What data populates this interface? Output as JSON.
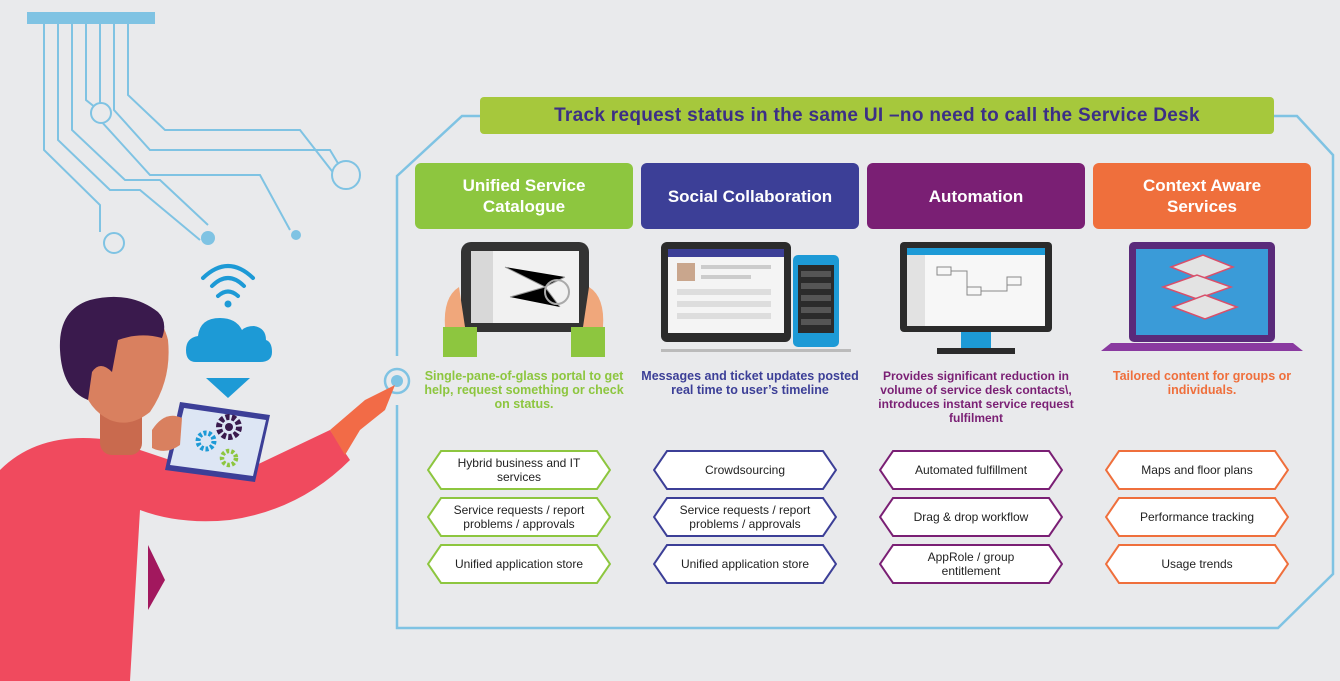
{
  "banner": {
    "text": "Track request status in the same UI –no need to call the Service Desk"
  },
  "colors": {
    "green": "#8dc63f",
    "purple": "#3c3f97",
    "violet": "#7a1f74",
    "orange": "#ef6f3c",
    "frame": "#7fc3e3",
    "banner": "#a6c83c"
  },
  "columns": [
    {
      "title": "Unified Service Catalogue",
      "color": "#8dc63f",
      "device": "tablet-in-hands",
      "description": "Single-pane-of-glass portal to get help, request something or check on status.",
      "items": [
        "Hybrid business and IT services",
        "Service requests / report problems / approvals",
        "Unified application store"
      ]
    },
    {
      "title": "Social Collaboration",
      "color": "#3c3f97",
      "device": "monitor-and-phone",
      "description": "Messages and ticket updates posted real time to user’s timeline",
      "items": [
        "Crowdsourcing",
        "Service requests / report problems / approvals",
        "Unified application store"
      ]
    },
    {
      "title": "Automation",
      "color": "#7a1f74",
      "device": "desktop-monitor",
      "description": "Provides significant reduction in volume of service desk contacts\\, introduces instant service request fulfilment",
      "items": [
        "Automated fulfillment",
        "Drag & drop workflow",
        "AppRole / group entitlement"
      ]
    },
    {
      "title": "Context Aware Services",
      "color": "#ef6f3c",
      "device": "laptop",
      "description": "Tailored content for groups or individuals.",
      "items": [
        "Maps and floor plans",
        "Performance tracking",
        "Usage trends"
      ]
    }
  ],
  "illustration": {
    "subject": "person-pointing-with-tablet",
    "icons": [
      "wifi-icon",
      "cloud-icon",
      "download-arrow-icon",
      "gears-icon"
    ]
  }
}
